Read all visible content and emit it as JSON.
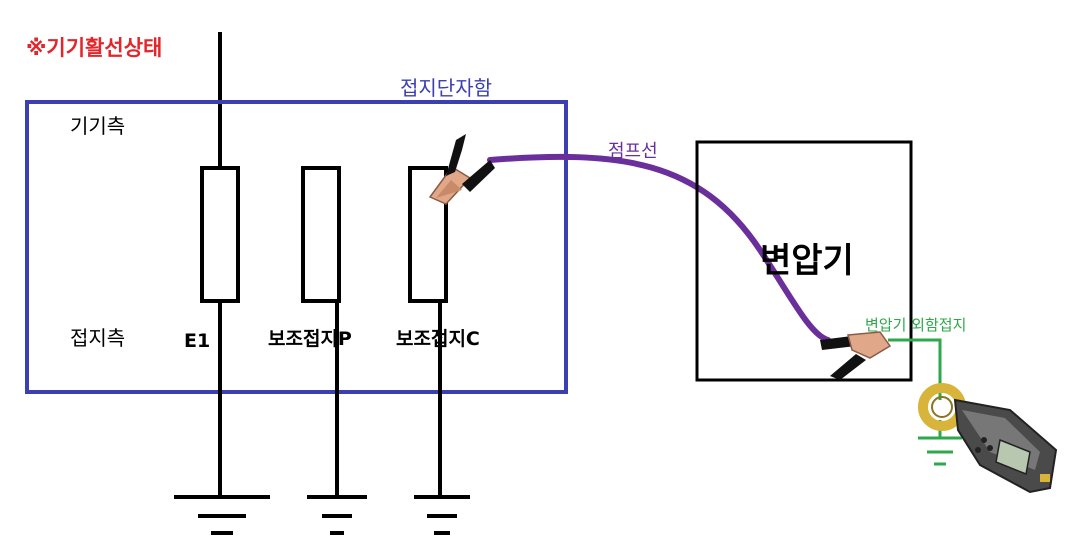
{
  "title": "※기기활선상태",
  "terminal_box": {
    "label": "접지단자함"
  },
  "labels": {
    "equipment_side": "기기측",
    "ground_side": "접지측",
    "e1": "E1",
    "aux_p": "보조접지P",
    "aux_c": "보조접지C",
    "jumper": "점프선",
    "transformer": "변압기",
    "transformer_ground": "변압기 외함접지"
  },
  "colors": {
    "title": "#e3262b",
    "terminal_box": "#3b3fb0",
    "jumper_wire": "#6b2f9b",
    "ground_wire": "#2ea84a",
    "line": "#000000"
  }
}
